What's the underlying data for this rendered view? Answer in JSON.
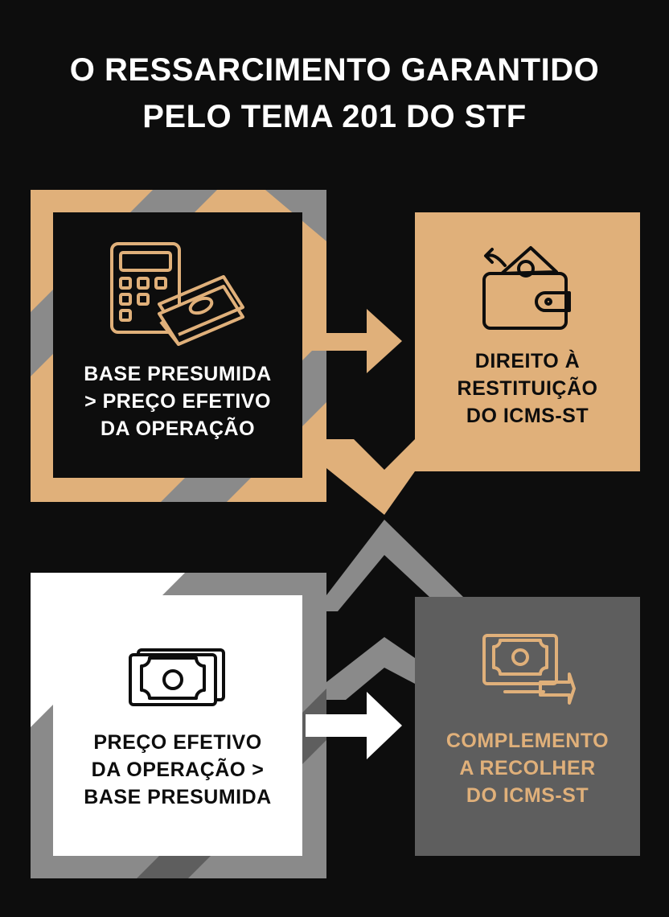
{
  "title": {
    "line1": "O RESSARCIMENTO GARANTIDO",
    "line2": "PELO TEMA 201 DO STF"
  },
  "colors": {
    "background": "#0d0d0d",
    "gold": "#e0b07a",
    "gray": "#8a8a8a",
    "dark_gray": "#5e5e5e",
    "white": "#ffffff",
    "black": "#0d0d0d"
  },
  "top_left": {
    "icon": "calculator-and-money-stack-icon",
    "lines": [
      "BASE PRESUMIDA",
      "> PREÇO EFETIVO",
      "DA OPERAÇÃO"
    ]
  },
  "top_right": {
    "icon": "wallet-with-refund-icon",
    "lines": [
      "DIREITO À",
      "RESTITUIÇÃO",
      "DO ICMS-ST"
    ]
  },
  "bottom_left": {
    "icon": "banknote-icon",
    "lines": [
      "PREÇO EFETIVO",
      "DA OPERAÇÃO >",
      "BASE PRESUMIDA"
    ]
  },
  "bottom_right": {
    "icon": "payment-transfer-icon",
    "lines": [
      "COMPLEMENTO",
      "A RECOLHER",
      "DO ICMS-ST"
    ]
  }
}
